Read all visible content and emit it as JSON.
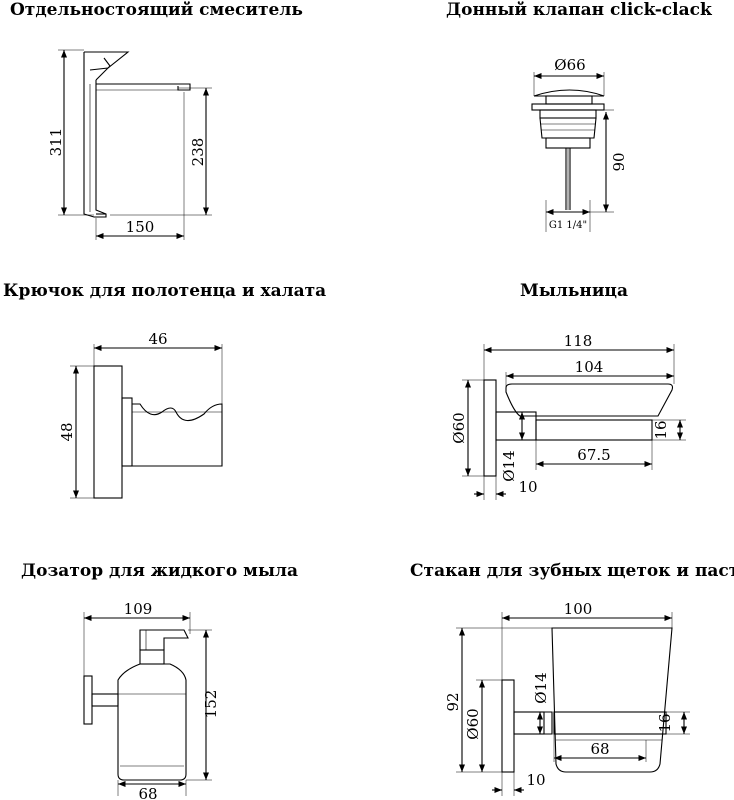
{
  "panels": {
    "faucet": {
      "title": "Отдельностоящий смеситель",
      "dims": {
        "height": "311",
        "spout_height": "238",
        "reach": "150"
      }
    },
    "drain": {
      "title": "Донный клапан click-clack",
      "dims": {
        "diameter": "Ø66",
        "height": "90",
        "thread": "G1 1/4\""
      }
    },
    "hook": {
      "title": "Крючок для полотенца и халата",
      "dims": {
        "width": "46",
        "height": "48"
      }
    },
    "soap_dish": {
      "title": "Мыльница",
      "dims": {
        "total_width": "118",
        "dish_width": "104",
        "base_width": "67.5",
        "plate_diameter": "Ø60",
        "rod_diameter": "Ø14",
        "plate_depth": "10",
        "dish_height": "16"
      }
    },
    "dispenser": {
      "title": "Дозатор для жидкого мыла",
      "dims": {
        "total_width": "109",
        "height": "152",
        "body_width": "68"
      }
    },
    "tumbler": {
      "title": "Стакан для зубных щеток и пасты",
      "dims": {
        "total_width": "100",
        "height": "92",
        "plate_diameter": "Ø60",
        "rod_diameter": "Ø14",
        "holder_height": "16",
        "glass_width": "68",
        "plate_depth": "10"
      }
    }
  }
}
